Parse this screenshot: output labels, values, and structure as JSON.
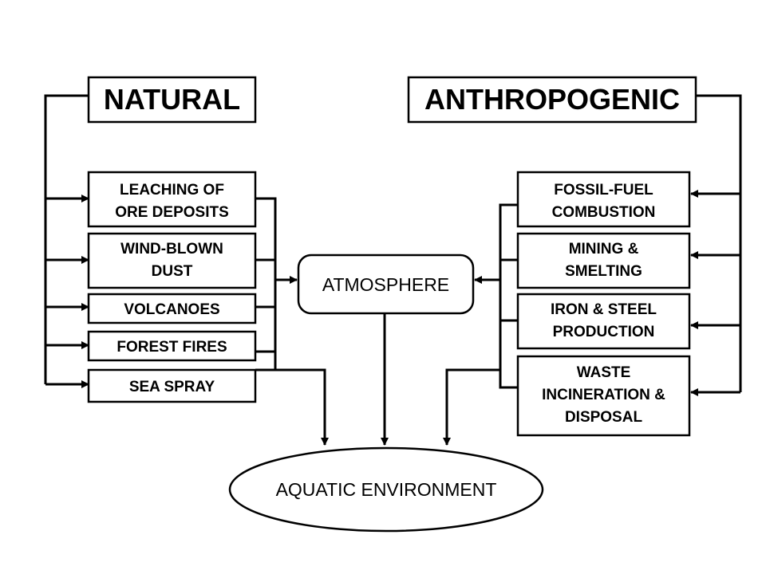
{
  "natural": {
    "title": "NATURAL",
    "sources": [
      {
        "line1": "LEACHING OF",
        "line2": "ORE DEPOSITS"
      },
      {
        "line1": "WIND-BLOWN",
        "line2": "DUST"
      },
      {
        "line1": "VOLCANOES"
      },
      {
        "line1": "FOREST FIRES"
      },
      {
        "line1": "SEA SPRAY"
      }
    ]
  },
  "anthropogenic": {
    "title": "ANTHROPOGENIC",
    "sources": [
      {
        "line1": "FOSSIL-FUEL",
        "line2": "COMBUSTION"
      },
      {
        "line1": "MINING &",
        "line2": "SMELTING"
      },
      {
        "line1": "IRON & STEEL",
        "line2": "PRODUCTION"
      },
      {
        "line1": "WASTE",
        "line2": "INCINERATION &",
        "line3": "DISPOSAL"
      }
    ]
  },
  "sinks": {
    "atmosphere": "ATMOSPHERE",
    "aquatic": "AQUATIC ENVIRONMENT"
  },
  "colors": {
    "line": "#000000",
    "box_fill": "#ffffff",
    "background": "#ffffff"
  }
}
